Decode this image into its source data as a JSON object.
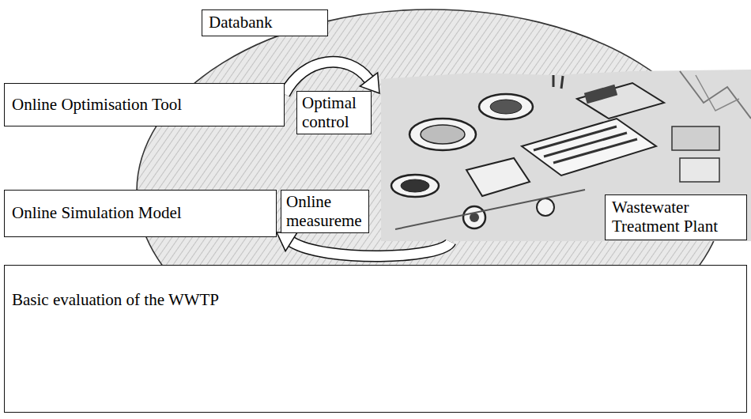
{
  "diagram": {
    "nodes": [
      {
        "text": [
          "Databank"
        ]
      },
      {
        "text": [
          "Online Optimisation Tool"
        ]
      },
      {
        "text": [
          "Optimal control"
        ]
      },
      {
        "text": [
          "Online Simulation Model"
        ]
      },
      {
        "text": [
          "Online measureme"
        ]
      },
      {
        "text": [
          "Wastewater Treatment Plant"
        ]
      },
      {
        "text": [
          "Basic evaluation of the WWTP"
        ]
      }
    ],
    "edges": [
      {
        "from": 1,
        "to": 5,
        "arrow": "to"
      },
      {
        "from": 5,
        "to": 3,
        "arrow": "to"
      }
    ]
  }
}
